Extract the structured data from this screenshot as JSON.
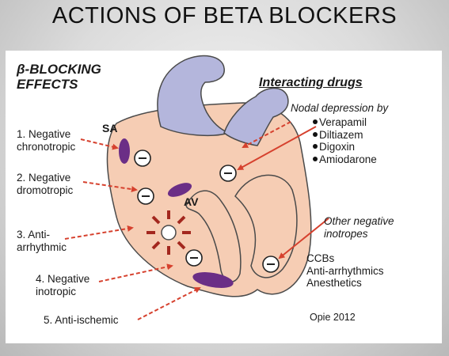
{
  "slide": {
    "title": "ACTIONS OF BETA BLOCKERS"
  },
  "figure": {
    "blocking_title_line1": "β-BLOCKING",
    "blocking_title_line2": "EFFECTS",
    "effects": [
      {
        "line1": "1. Negative",
        "line2": "chronotropic"
      },
      {
        "line1": "2. Negative",
        "line2": "dromotropic"
      },
      {
        "line1": "3. Anti-",
        "line2": "arrhythmic"
      },
      {
        "line1": "4. Negative",
        "line2": "inotropic"
      },
      {
        "line1": "5. Anti-ischemic"
      }
    ],
    "interacting": {
      "title": "Interacting drugs",
      "nodal_heading": "Nodal depression by",
      "nodal_drugs": [
        "Verapamil",
        "Diltiazem",
        "Digoxin",
        "Amiodarone"
      ],
      "other_heading_line1": "Other negative",
      "other_heading_line2": "inotropes",
      "other_drugs": [
        "CCBs",
        "Anti-arrhythmics",
        "Anesthetics"
      ]
    },
    "nodes": {
      "sa": "SA",
      "av": "AV"
    },
    "blocker_symbol": "−",
    "credit": "Opie 2012",
    "colors": {
      "heart_fill": "#f6cdb4",
      "vessel_fill": "#b4b6dc",
      "node_fill": "#6b2e86",
      "arrow_red": "#d6412e",
      "starburst": "#a3271e"
    }
  }
}
